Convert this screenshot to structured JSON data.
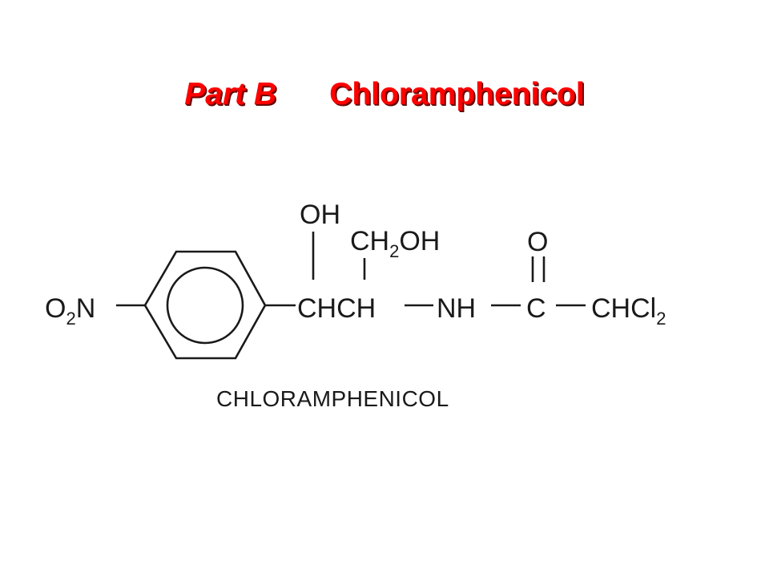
{
  "title": {
    "part": "Part B",
    "name": "Chloramphenicol",
    "color": "#ff0000"
  },
  "structure": {
    "nitro": {
      "main": "O",
      "sub": "2",
      "tail": "N"
    },
    "oh_top": "OH",
    "ch2oh": {
      "main": "CH",
      "sub": "2",
      "tail": "OH"
    },
    "carbonyl_o": "O",
    "chch": "CHCH",
    "nh": "NH",
    "c": "C",
    "chcl2": {
      "main": "CHCl",
      "sub": "2"
    },
    "caption": "CHLORAMPHENICOL"
  }
}
